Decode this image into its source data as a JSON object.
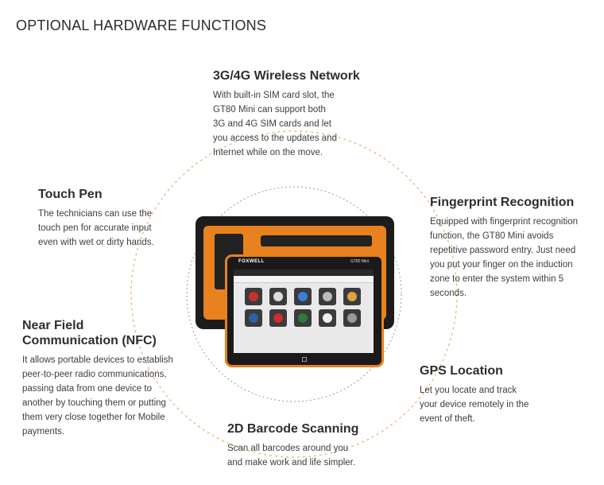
{
  "title": "OPTIONAL HARDWARE FUNCTIONS",
  "features": {
    "wireless": {
      "heading": "3G/4G Wireless Network",
      "body": "With built-in SIM card slot, the\nGT80 Mini can support both\n3G and 4G SIM cards and let\nyou access to the updates and\nInternet while on the move."
    },
    "touch_pen": {
      "heading": "Touch Pen",
      "body": "The technicians can use the\ntouch pen for accurate input\neven with wet or dirty hands."
    },
    "fingerprint": {
      "heading": "Fingerprint Recognition",
      "body": "Equipped with fingerprint recognition\nfunction, the GT80 Mini avoids\nrepetitive password entry. Just need\nyou put your finger on the induction\nzone to enter the system within 5\nseconds."
    },
    "nfc": {
      "heading": "Near Field\nCommunication (NFC)",
      "body": "It allows portable devices to establish\npeer-to-peer radio communications,\npassing data from one device to\nanother by touching them or putting\nthem very close together for Mobile\npayments."
    },
    "gps": {
      "heading": "GPS Location",
      "body": "Let you locate and track\nyour device remotely in the\nevent of theft."
    },
    "barcode": {
      "heading": "2D Barcode Scanning",
      "body": "Scan all barcodes around you\nand make work and life simpler."
    }
  },
  "device": {
    "brand": "FOXWELL",
    "model": "GT80 Mini"
  },
  "colors": {
    "accent_orange": "#e8821e",
    "dashed_line": "#e6b26a",
    "circle": "#9a9a9a"
  }
}
